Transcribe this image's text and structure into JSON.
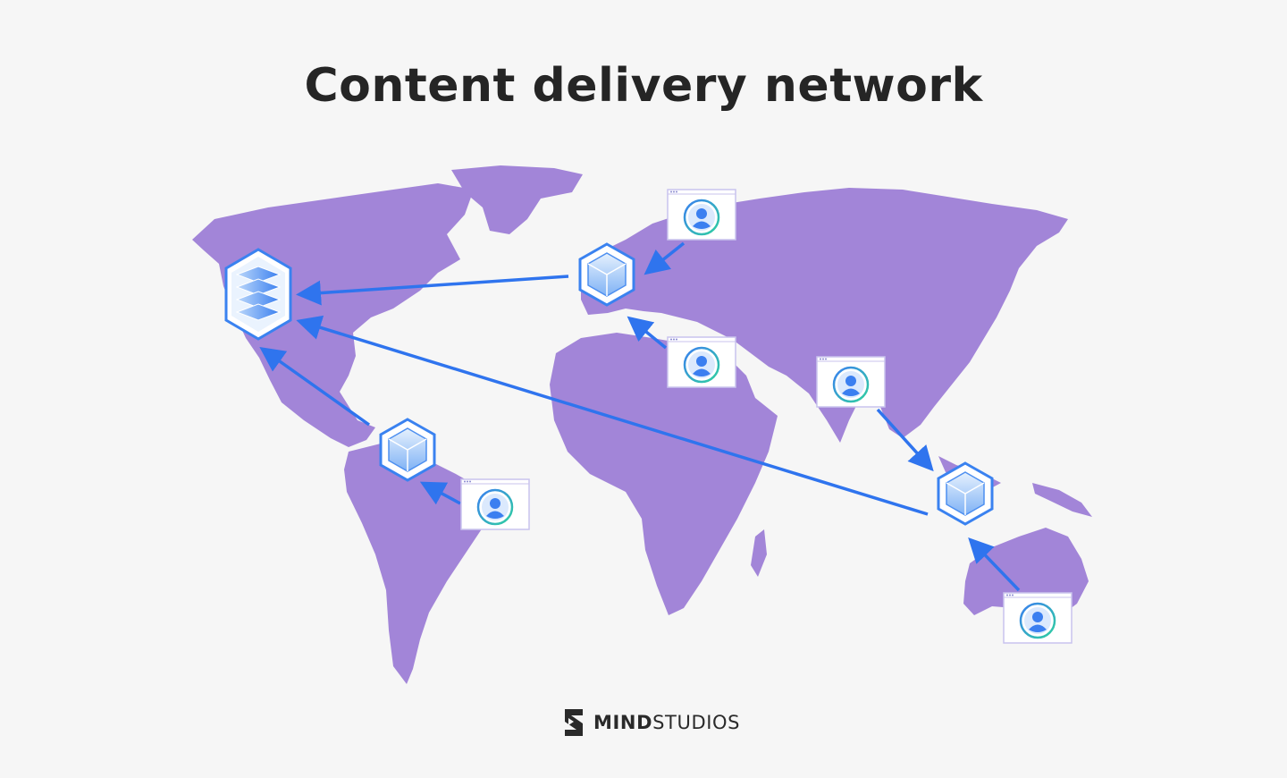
{
  "title": "Content delivery network",
  "brand": {
    "name_bold": "MIND",
    "name_light": "STUDIOS",
    "logo_icon": "mind-studios-logo-icon"
  },
  "colors": {
    "background": "#f6f6f6",
    "continent": "#a285d8",
    "arrow": "#2f74ee",
    "node_stroke": "#3a82f0",
    "node_fill": "#cfe3fb",
    "title": "#252525"
  },
  "nodes": {
    "origin": {
      "icon": "origin-server-stack-icon"
    },
    "edges": [
      {
        "id": "edge-europe",
        "icon": "cdn-edge-cube-icon"
      },
      {
        "id": "edge-south-america",
        "icon": "cdn-edge-cube-icon"
      },
      {
        "id": "edge-southeast-asia",
        "icon": "cdn-edge-cube-icon"
      }
    ],
    "users": [
      {
        "id": "user-north-europe",
        "icon": "user-browser-window-icon"
      },
      {
        "id": "user-north-africa",
        "icon": "user-browser-window-icon"
      },
      {
        "id": "user-india",
        "icon": "user-browser-window-icon"
      },
      {
        "id": "user-south-america",
        "icon": "user-browser-window-icon"
      },
      {
        "id": "user-australia",
        "icon": "user-browser-window-icon"
      }
    ]
  }
}
